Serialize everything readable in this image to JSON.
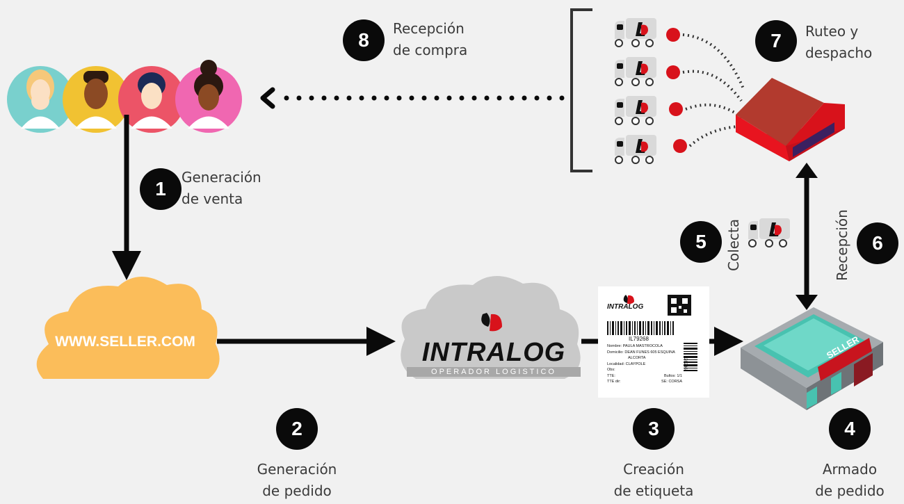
{
  "steps": [
    {
      "number": "1",
      "line1": "Generación",
      "line2": "de venta"
    },
    {
      "number": "2",
      "line1": "Generación",
      "line2": "de pedido"
    },
    {
      "number": "3",
      "line1": "Creación",
      "line2": "de etiqueta"
    },
    {
      "number": "4",
      "line1": "Armado",
      "line2": "de pedido"
    },
    {
      "number": "5",
      "label": "Colecta"
    },
    {
      "number": "6",
      "label": "Recepción"
    },
    {
      "number": "7",
      "line1": "Ruteo y",
      "line2": "despacho"
    },
    {
      "number": "8",
      "line1": "Recepción",
      "line2": "de compra"
    }
  ],
  "seller_cloud": {
    "text": "WWW.SELLER.COM",
    "color": "#fbbd5a"
  },
  "intralog_cloud": {
    "brand": "INTRALOG",
    "tagline": "OPERADOR LOGISTICO",
    "color": "#c9c9c9"
  },
  "label_card": {
    "brand": "INTRALOG",
    "code": "IL79268",
    "nombre": "Nombre:   PAULA MASTROCOLA",
    "domicilio_1": "Domicilio:  DEAN FUNES 605 ESQUINA",
    "domicilio_2": "ALCORTA",
    "localidad": "Localidad:   CLAYPOLE",
    "obs": "Obs:",
    "tte": "TTE:",
    "bultos": "Bultos:  1/1",
    "tte_dir": "TTE dir:",
    "se": "SE:  CORSA",
    "side_code": "28236"
  },
  "store": {
    "sign": "SELLER"
  },
  "colors": {
    "accent_red": "#d8121b",
    "dark": "#0a0a0a",
    "background": "#f1f1f1"
  }
}
